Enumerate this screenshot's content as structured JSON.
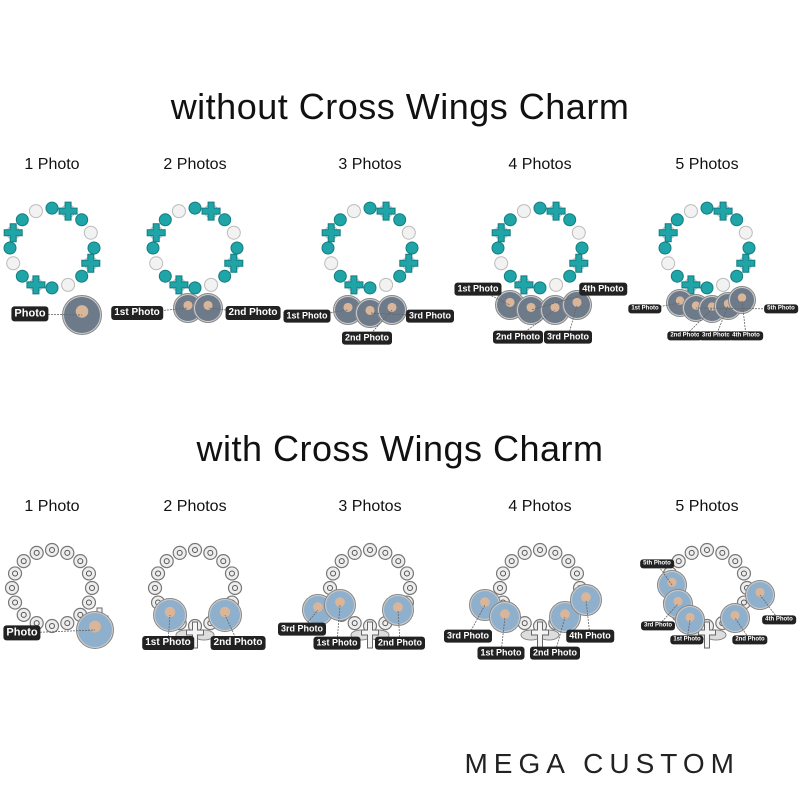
{
  "sections": [
    {
      "heading": "without Cross Wings Charm",
      "style": "turquoise-pearl",
      "columns": [
        {
          "title": "1 Photo",
          "labels": [
            "Photo"
          ]
        },
        {
          "title": "2 Photos",
          "labels": [
            "1st Photo",
            "2nd Photo"
          ]
        },
        {
          "title": "3 Photos",
          "labels": [
            "1st Photo",
            "3rd Photo",
            "2nd Photo"
          ]
        },
        {
          "title": "4 Photos",
          "labels": [
            "1st Photo",
            "4th Photo",
            "2nd Photo",
            "3rd Photo"
          ]
        },
        {
          "title": "5 Photos",
          "labels": [
            "1st Photo",
            "5th Photo",
            "2nd Photo",
            "3rd Photo",
            "4th Photo"
          ]
        }
      ]
    },
    {
      "heading": "with Cross Wings Charm",
      "style": "silver",
      "columns": [
        {
          "title": "1 Photo",
          "labels": [
            "Photo"
          ]
        },
        {
          "title": "2 Photos",
          "labels": [
            "1st Photo",
            "2nd Photo"
          ]
        },
        {
          "title": "3 Photos",
          "labels": [
            "3rd Photo",
            "1st Photo",
            "2nd Photo"
          ]
        },
        {
          "title": "4 Photos",
          "labels": [
            "3rd Photo",
            "1st Photo",
            "2nd Photo",
            "4th Photo"
          ]
        },
        {
          "title": "5 Photos",
          "labels": [
            "5th Photo",
            "3rd Photo",
            "1st Photo",
            "2nd Photo",
            "4th Photo"
          ]
        }
      ]
    }
  ],
  "brand": "MEGA CUSTOM",
  "colors": {
    "turquoise": "#1fa5a8",
    "pearl": "#f2f2f2",
    "silver": "#c8c8c8",
    "label_bg": "#222222"
  }
}
